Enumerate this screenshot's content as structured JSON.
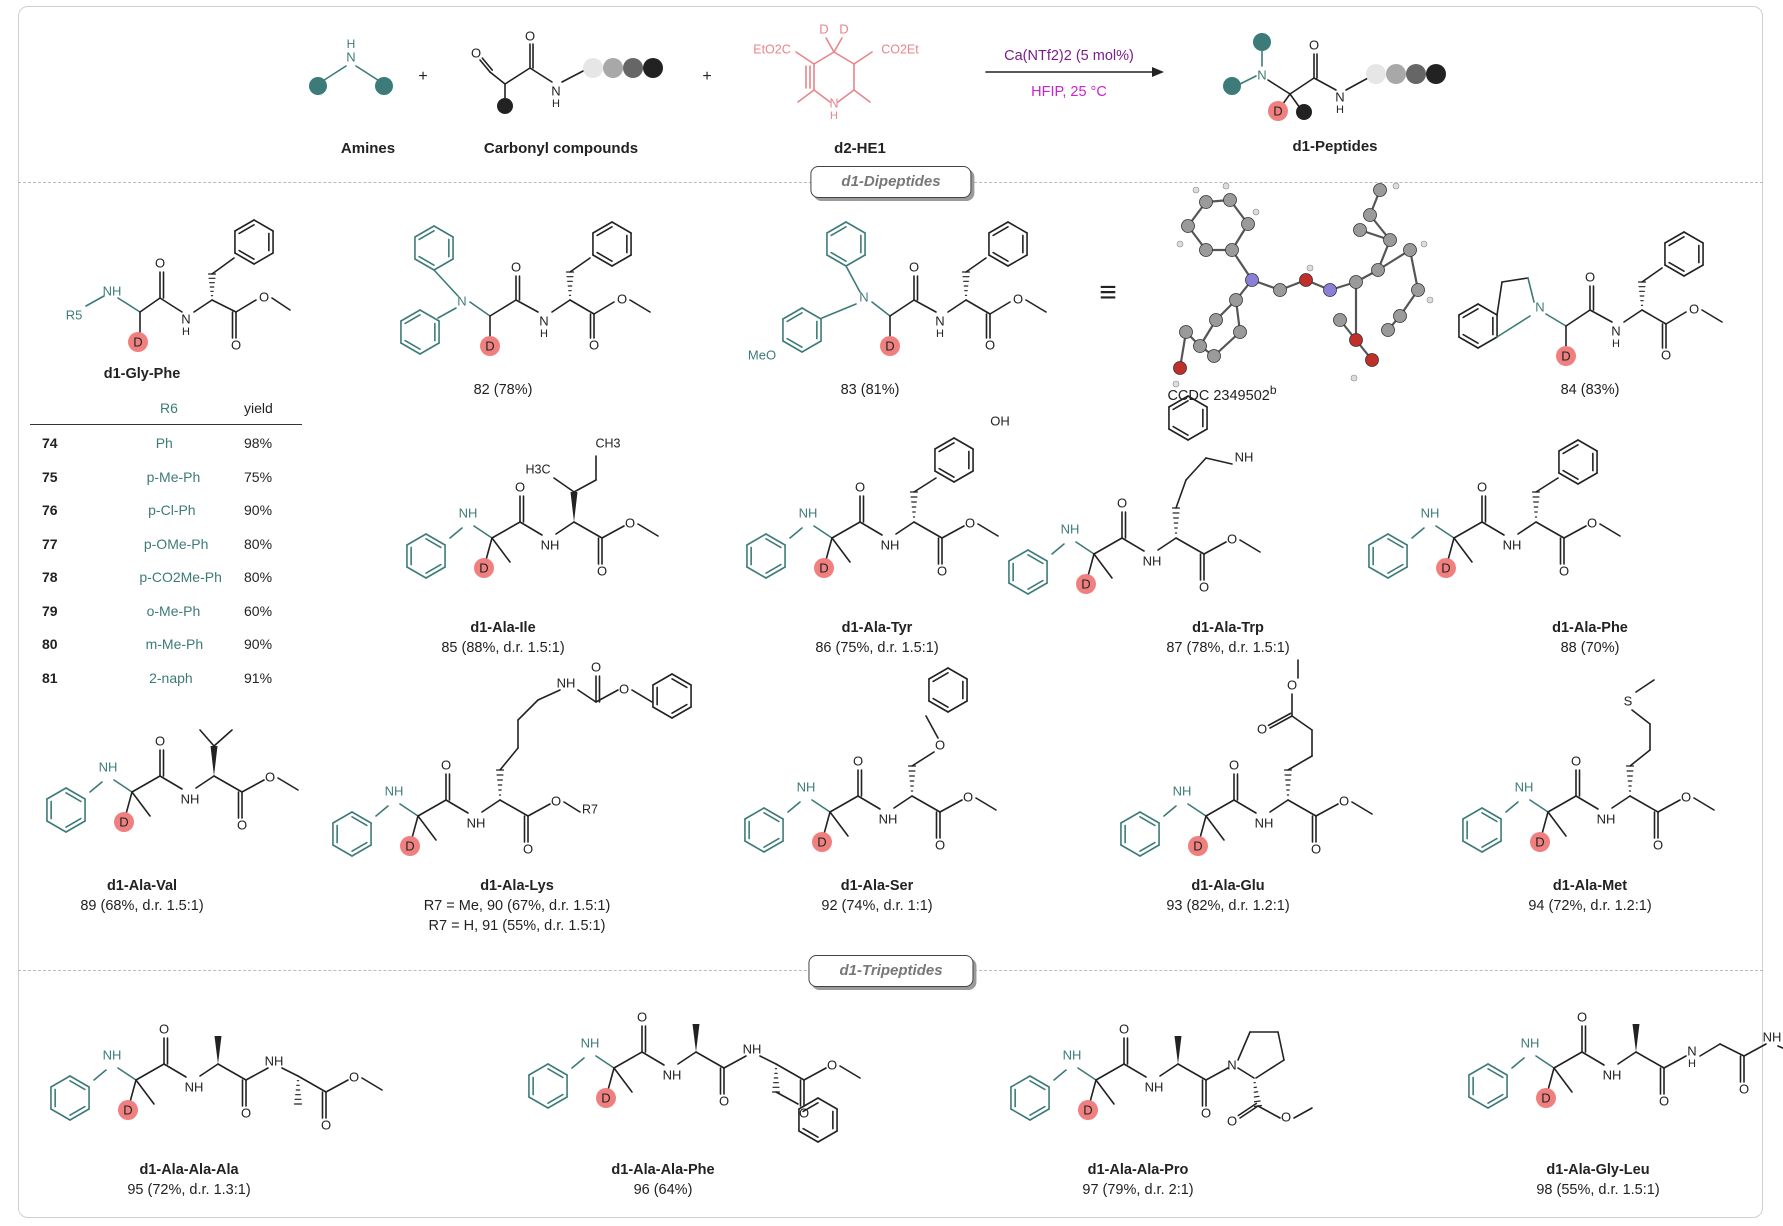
{
  "scheme": {
    "reagents": [
      {
        "key": "amines",
        "label": "Amines"
      },
      {
        "key": "carbonyl",
        "label": "Carbonyl compounds"
      },
      {
        "key": "he",
        "label": "d2-HE1"
      },
      {
        "key": "product",
        "label": "d1-Peptides"
      }
    ],
    "plus": "+",
    "condition_top": "Ca(NTf2)2 (5 mol%)",
    "condition_bottom": "HFIP, 25 °C",
    "he_groups": {
      "left": "EtO2C",
      "right": "CO2Et",
      "nh": "N\nH",
      "d": "D"
    }
  },
  "sections": {
    "dipeptides": "d1-Dipeptides",
    "tripeptides": "d1-Tripeptides"
  },
  "table": {
    "title": "d1-Gly-Phe",
    "header": {
      "r": "R6",
      "yield": "yield"
    },
    "rows": [
      {
        "id": "74",
        "r": "Ph",
        "yield": "98%"
      },
      {
        "id": "75",
        "r": "p-Me-Ph",
        "yield": "75%"
      },
      {
        "id": "76",
        "r": "p-Cl-Ph",
        "yield": "90%"
      },
      {
        "id": "77",
        "r": "p-OMe-Ph",
        "yield": "80%"
      },
      {
        "id": "78",
        "r": "p-CO2Me-Ph",
        "yield": "80%"
      },
      {
        "id": "79",
        "r": "o-Me-Ph",
        "yield": "60%"
      },
      {
        "id": "80",
        "r": "m-Me-Ph",
        "yield": "90%"
      },
      {
        "id": "81",
        "r": "2-naph",
        "yield": "91%"
      }
    ]
  },
  "equals_sign": "≡",
  "xray": {
    "label": "CCDC 2349502",
    "sup": "b"
  },
  "compounds": [
    {
      "key": "c82",
      "name": "",
      "result": "82 (78%)"
    },
    {
      "key": "c83",
      "name": "",
      "result": "83 (81%)"
    },
    {
      "key": "c84",
      "name": "",
      "result": "84 (83%)"
    },
    {
      "key": "c85",
      "name": "d1-Ala-Ile",
      "result": "85 (88%, d.r. 1.5:1)"
    },
    {
      "key": "c86",
      "name": "d1-Ala-Tyr",
      "result": "86 (75%, d.r. 1.5:1)"
    },
    {
      "key": "c87",
      "name": "d1-Ala-Trp",
      "result": "87 (78%, d.r. 1.5:1)"
    },
    {
      "key": "c88",
      "name": "d1-Ala-Phe",
      "result": "88 (70%)"
    },
    {
      "key": "c89",
      "name": "d1-Ala-Val",
      "result": "89 (68%,  d.r. 1.5:1)"
    },
    {
      "key": "c90",
      "name": "d1-Ala-Lys",
      "result": "R7 = Me, 90 (67%,  d.r. 1.5:1)",
      "result2": "R7 = H, 91 (55%,  d.r. 1.5:1)"
    },
    {
      "key": "c92",
      "name": "d1-Ala-Ser",
      "result": "92 (74%,  d.r. 1:1)"
    },
    {
      "key": "c93",
      "name": "d1-Ala-Glu",
      "result": "93 (82%,  d.r. 1.2:1)"
    },
    {
      "key": "c94",
      "name": "d1-Ala-Met",
      "result": "94 (72%,  d.r. 1.2:1)"
    },
    {
      "key": "c95",
      "name": "d1-Ala-Ala-Ala",
      "result": "95 (72%,  d.r. 1.3:1)"
    },
    {
      "key": "c96",
      "name": "d1-Ala-Ala-Phe",
      "result": "96 (64%)"
    },
    {
      "key": "c97",
      "name": "d1-Ala-Ala-Pro",
      "result": "97 (79%,  d.r. 2:1)"
    },
    {
      "key": "c98",
      "name": "d1-Ala-Gly-Leu",
      "result": "98 (55%, d.r. 1.5:1)"
    }
  ],
  "atoms": {
    "D": "D",
    "NH": "NH",
    "N": "N",
    "O": "O",
    "H3C": "H3C",
    "CH3": "CH3",
    "OH": "OH",
    "MeO": "MeO",
    "S": "S",
    "R5": "R5",
    "R7": "R7",
    "NHbr": "NH"
  },
  "colors": {
    "teal": "#3d7b78",
    "deuterium": "#f08080",
    "he_pink": "#e8848c",
    "condition_purple": "#7a1e8c",
    "hfip_magenta": "#cc22cc",
    "table_teal": "#3d7b78"
  }
}
